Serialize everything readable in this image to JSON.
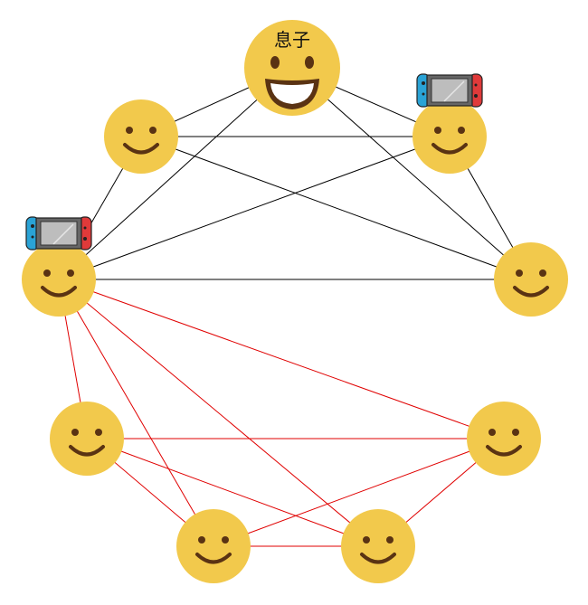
{
  "diagram": {
    "colors": {
      "background": "#ffffff",
      "face": "#f2c94c",
      "feature": "#5a3313",
      "mouth_inner": "#ffffff",
      "edge_black": "#000000",
      "edge_red": "#e00000",
      "console_blue": "#2aa3d6",
      "console_red": "#e03a3a",
      "console_body": "#666666",
      "console_screen": "#bdbdbd"
    },
    "nodes": [
      {
        "id": "son",
        "label": "息子",
        "expression": "grin",
        "has_console": false
      },
      {
        "id": "upper-left",
        "label": "",
        "expression": "smile",
        "has_console": false
      },
      {
        "id": "upper-right",
        "label": "",
        "expression": "smile",
        "has_console": true,
        "console_icon": "switch-console-icon"
      },
      {
        "id": "left-hub",
        "label": "",
        "expression": "smile",
        "has_console": true,
        "console_icon": "switch-console-icon"
      },
      {
        "id": "right",
        "label": "",
        "expression": "smile",
        "has_console": false
      },
      {
        "id": "lower-left",
        "label": "",
        "expression": "smile",
        "has_console": false
      },
      {
        "id": "lower-right",
        "label": "",
        "expression": "smile",
        "has_console": false
      },
      {
        "id": "bottom-left",
        "label": "",
        "expression": "smile",
        "has_console": false
      },
      {
        "id": "bottom-right",
        "label": "",
        "expression": "smile",
        "has_console": false
      }
    ],
    "edges": [
      {
        "from": "son",
        "to": "upper-left",
        "color": "black"
      },
      {
        "from": "son",
        "to": "upper-right",
        "color": "black"
      },
      {
        "from": "son",
        "to": "left-hub",
        "color": "black"
      },
      {
        "from": "son",
        "to": "right",
        "color": "black"
      },
      {
        "from": "upper-left",
        "to": "upper-right",
        "color": "black"
      },
      {
        "from": "upper-left",
        "to": "left-hub",
        "color": "black"
      },
      {
        "from": "upper-left",
        "to": "right",
        "color": "black"
      },
      {
        "from": "upper-right",
        "to": "left-hub",
        "color": "black"
      },
      {
        "from": "upper-right",
        "to": "right",
        "color": "black"
      },
      {
        "from": "left-hub",
        "to": "right",
        "color": "black"
      },
      {
        "from": "left-hub",
        "to": "lower-left",
        "color": "red"
      },
      {
        "from": "left-hub",
        "to": "lower-right",
        "color": "red"
      },
      {
        "from": "left-hub",
        "to": "bottom-left",
        "color": "red"
      },
      {
        "from": "left-hub",
        "to": "bottom-right",
        "color": "red"
      },
      {
        "from": "lower-left",
        "to": "lower-right",
        "color": "red"
      },
      {
        "from": "lower-left",
        "to": "bottom-left",
        "color": "red"
      },
      {
        "from": "lower-left",
        "to": "bottom-right",
        "color": "red"
      },
      {
        "from": "lower-right",
        "to": "bottom-left",
        "color": "red"
      },
      {
        "from": "lower-right",
        "to": "bottom-right",
        "color": "red"
      },
      {
        "from": "bottom-left",
        "to": "bottom-right",
        "color": "red"
      }
    ]
  }
}
